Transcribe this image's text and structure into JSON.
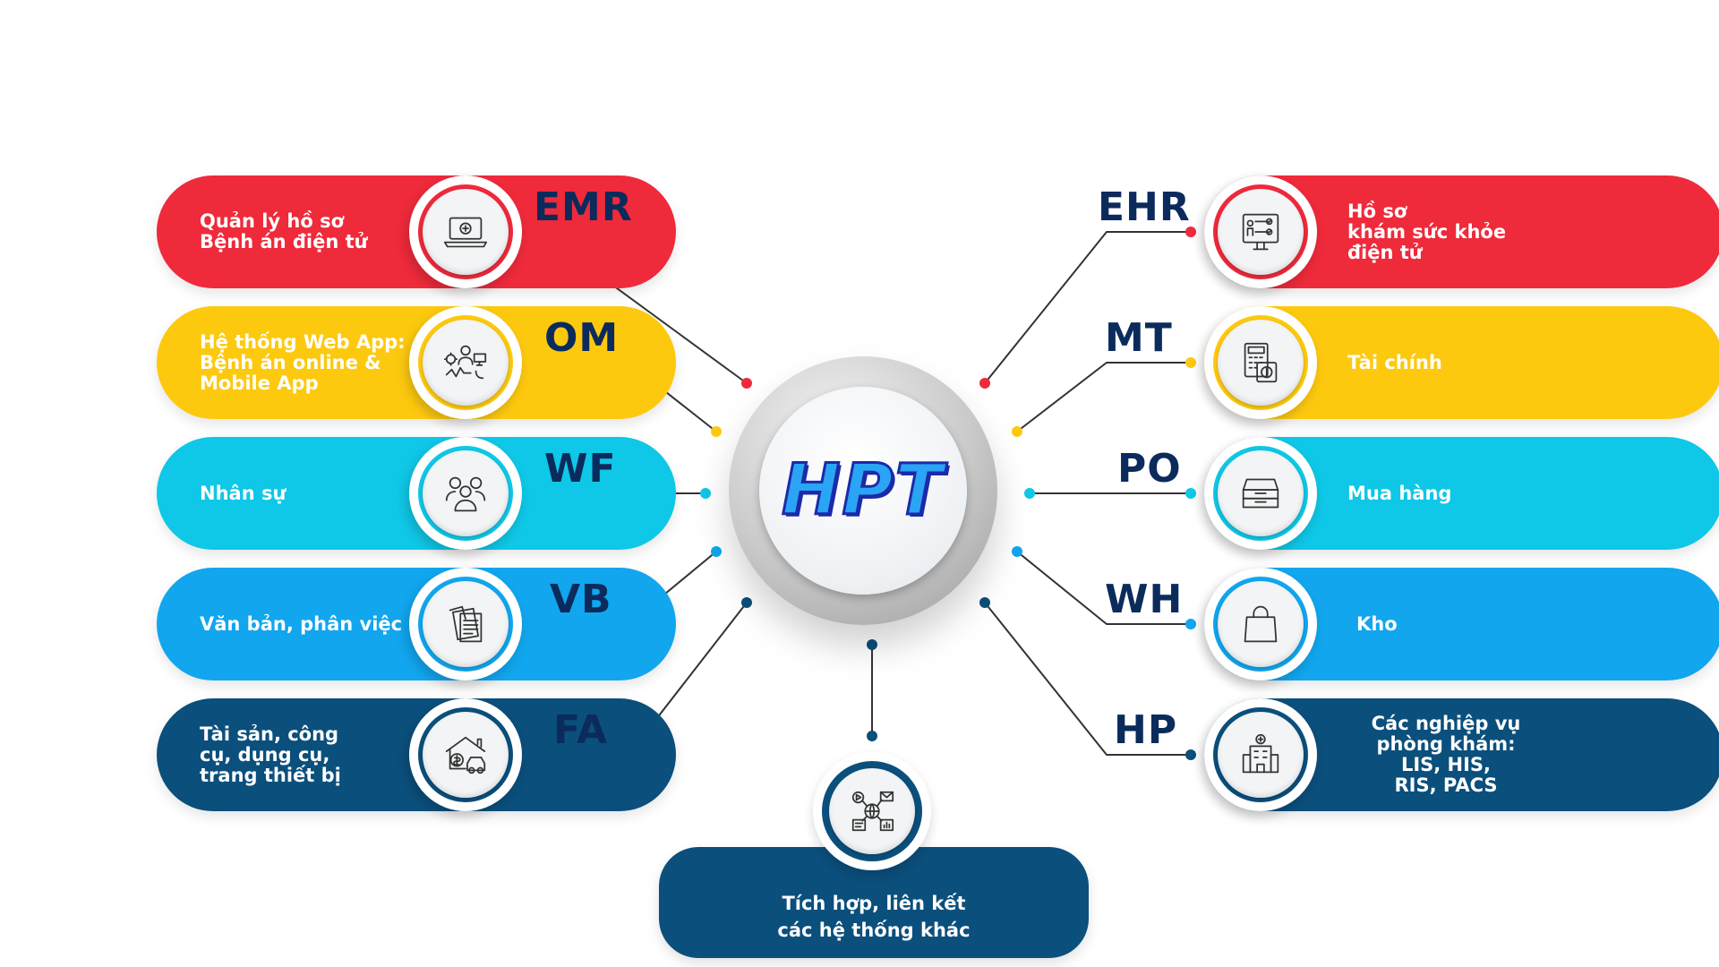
{
  "colors": {
    "red": "#ee2a3b",
    "yellow": "#fdc90f",
    "cyan": "#0fc7e6",
    "blue": "#11a6ee",
    "navy": "#0b4f7c",
    "code_text": "#0b2b5c"
  },
  "hub": {
    "title": "HPT"
  },
  "left_modules": [
    {
      "code": "EMR",
      "label": "Quản lý hồ sơ\nBệnh án điện tử",
      "icon": "laptop-medical-icon",
      "color": "#ee2a3b"
    },
    {
      "code": "OM",
      "label": "Hệ thống Web App:\nBệnh án online &\nMobile App",
      "icon": "doctor-network-icon",
      "color": "#fdc90f"
    },
    {
      "code": "WF",
      "label": "Nhân sự",
      "icon": "team-people-icon",
      "color": "#0fc7e6"
    },
    {
      "code": "VB",
      "label": "Văn bản, phân việc",
      "icon": "documents-icon",
      "color": "#11a6ee"
    },
    {
      "code": "FA",
      "label": "Tài sản, công\ncụ, dụng cụ,\ntrang thiết bị",
      "icon": "assets-house-car-icon",
      "color": "#0b4f7c"
    }
  ],
  "right_modules": [
    {
      "code": "EHR",
      "label": "Hồ sơ\nkhám sức khỏe\nđiện tử",
      "icon": "health-checkup-board-icon",
      "color": "#ee2a3b"
    },
    {
      "code": "MT",
      "label": "Tài chính",
      "icon": "calculator-finance-icon",
      "color": "#fdc90f"
    },
    {
      "code": "PO",
      "label": "Mua hàng",
      "icon": "inbox-tray-icon",
      "color": "#0fc7e6"
    },
    {
      "code": "WH",
      "label": "Kho",
      "icon": "shopping-bag-icon",
      "color": "#11a6ee"
    },
    {
      "code": "HP",
      "label": "Các nghiệp vụ\nphòng khám:\nLIS, HIS,\nRIS, PACS",
      "icon": "hospital-building-icon",
      "color": "#0b4f7c"
    }
  ],
  "bottom_module": {
    "label": "Tích hợp, liên kết\ncác hệ thống khác",
    "icon": "integration-network-icon",
    "color": "#0b4f7c"
  }
}
